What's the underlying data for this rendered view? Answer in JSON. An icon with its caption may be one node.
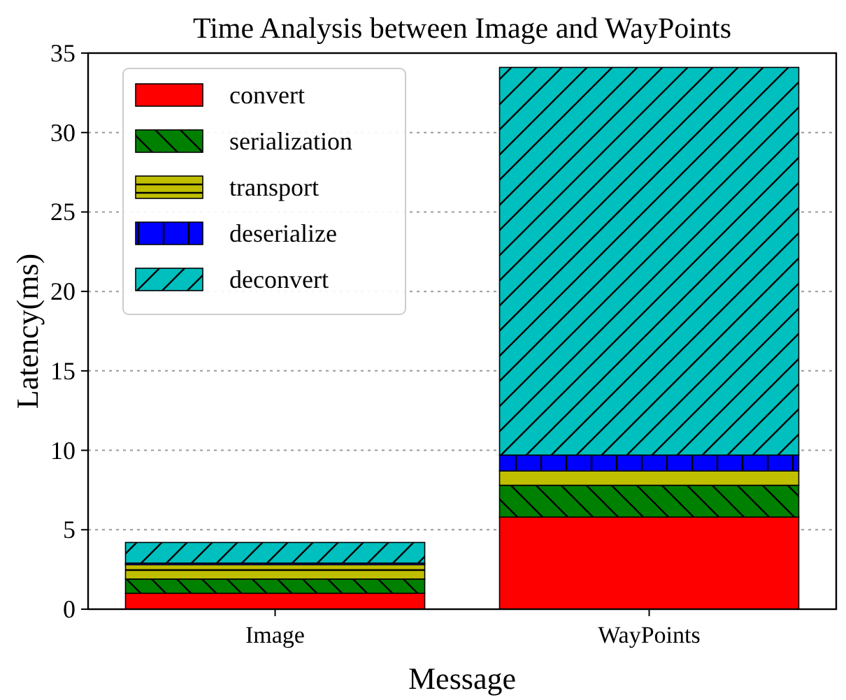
{
  "diagram": {
    "chart_data": {
      "type": "bar",
      "title": "Time Analysis between Image and WayPoints",
      "xlabel": "Message",
      "ylabel": "Latency(ms)",
      "categories": [
        "Image",
        "WayPoints"
      ],
      "stacked": true,
      "grid": true,
      "legend": true,
      "ylim": [
        0,
        35
      ],
      "yticks": [
        0,
        5,
        10,
        15,
        20,
        25,
        30,
        35
      ],
      "series": [
        {
          "name": "convert",
          "color": "#ff0000",
          "values": [
            1.0,
            5.8
          ]
        },
        {
          "name": "serialization",
          "color": "#008000",
          "values": [
            0.9,
            2.0
          ]
        },
        {
          "name": "transport",
          "color": "#bfbf00",
          "values": [
            0.9,
            0.9
          ]
        },
        {
          "name": "deserialize",
          "color": "#0000ff",
          "values": [
            0.1,
            1.0
          ]
        },
        {
          "name": "deconvert",
          "color": "#00bfbf",
          "values": [
            1.3,
            24.4
          ]
        }
      ]
    }
  }
}
